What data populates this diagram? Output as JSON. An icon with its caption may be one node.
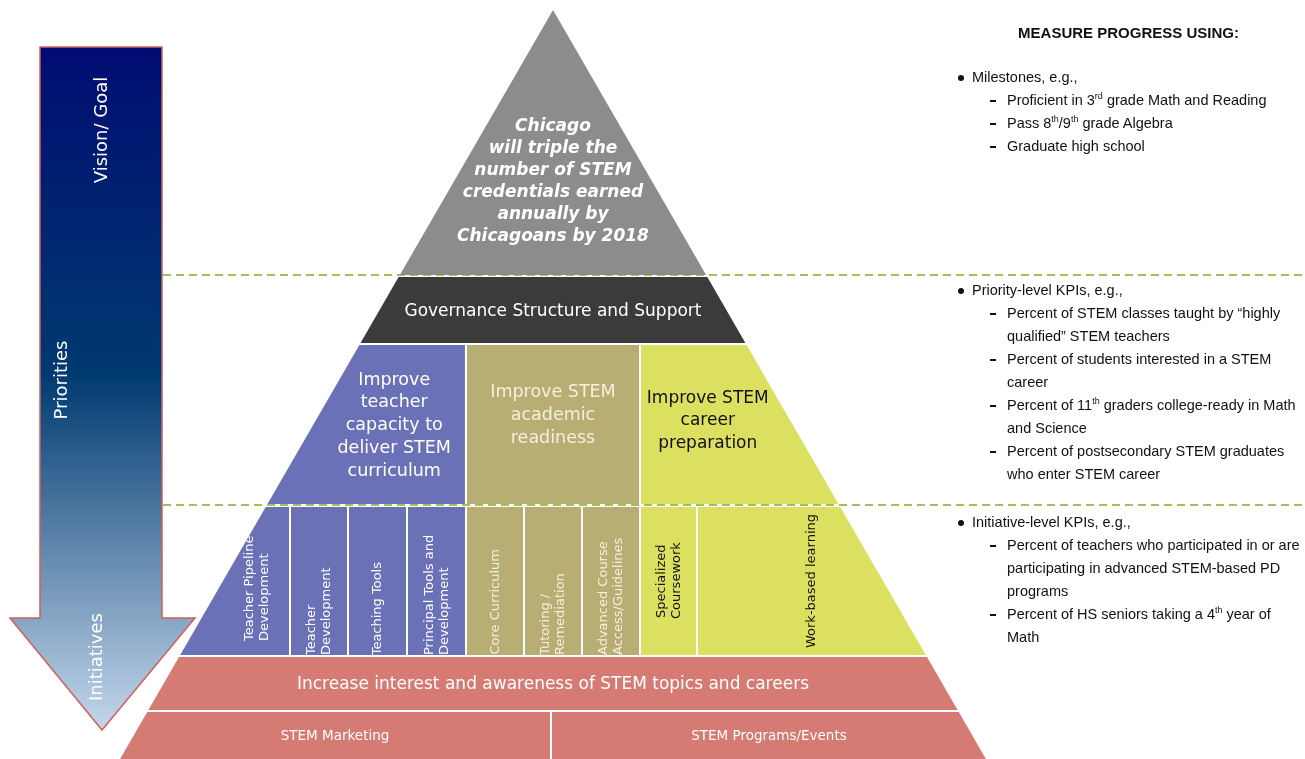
{
  "diagram": {
    "nodes": [
      {
        "text": [
          "Vision/ Goal",
          "Priorities",
          "Initiatives"
        ]
      },
      {
        "text": [
          "Chicago will triple the number of STEM credentials earned annually by Chicagoans by 2018"
        ]
      },
      {
        "text": [
          "Governance Structure and Support"
        ]
      },
      {
        "text": [
          "Improve teacher capacity to deliver STEM curriculum"
        ]
      },
      {
        "text": [
          "Improve STEM academic readiness"
        ]
      },
      {
        "text": [
          "Improve STEM career preparation"
        ]
      },
      {
        "text": [
          "Teacher Pipeline Development"
        ]
      },
      {
        "text": [
          "Teacher Development"
        ]
      },
      {
        "text": [
          "Teaching Tools"
        ]
      },
      {
        "text": [
          "Principal Tools and Development"
        ]
      },
      {
        "text": [
          "Core Curriculum"
        ]
      },
      {
        "text": [
          "Tutoring / Remediation"
        ]
      },
      {
        "text": [
          "Advanced Course Access/Guidelines"
        ]
      },
      {
        "text": [
          "Specialized Coursework"
        ]
      },
      {
        "text": [
          "Work-based learning"
        ]
      },
      {
        "text": [
          "Increase interest and awareness of STEM topics and careers"
        ]
      },
      {
        "text": [
          "STEM Marketing"
        ]
      },
      {
        "text": [
          "STEM Programs/Events"
        ]
      }
    ],
    "labels": [
      "MEASURE PROGRESS USING:",
      "Milestones, e.g.,",
      "Proficient in 3$^{rd}$ grade Math and Reading",
      "Pass 8$^{th}$/9$^{th}$ grade Algebra",
      "Graduate high school",
      "Priority-level KPIs, e.g.,",
      "Percent of STEM classes taught by “highly qualified” STEM teachers",
      "Percent of students interested in a STEM career",
      "Percent of 11$^{th}$ graders college-ready in Math and Science",
      "Percent of postsecondary STEM graduates who enter STEM career",
      "Initiative-level KPIs, e.g.,",
      "Percent of teachers who participated in or are participating in advanced STEM-based PD programs",
      "Percent of HS seniors taking a 4$^{th}$ year of Math"
    ]
  }
}
